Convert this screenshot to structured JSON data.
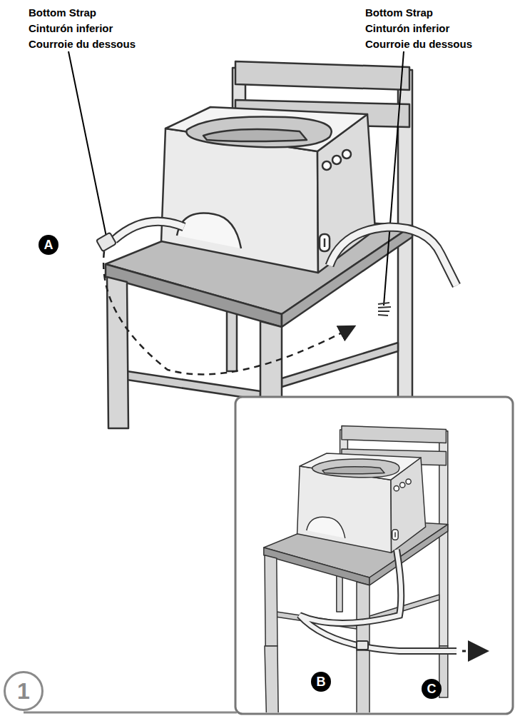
{
  "diagram": {
    "nodes": [
      {
        "text": [
          "A"
        ]
      },
      {
        "text": [
          "1"
        ]
      },
      {
        "text": [
          "B"
        ]
      },
      {
        "text": [
          "C"
        ]
      }
    ],
    "labels": [
      "Bottom Strap",
      "Cinturón inferior",
      "Courroie du dessous",
      "Bottom Strap",
      "Cinturón inferior",
      "Courroie du dessous"
    ]
  }
}
